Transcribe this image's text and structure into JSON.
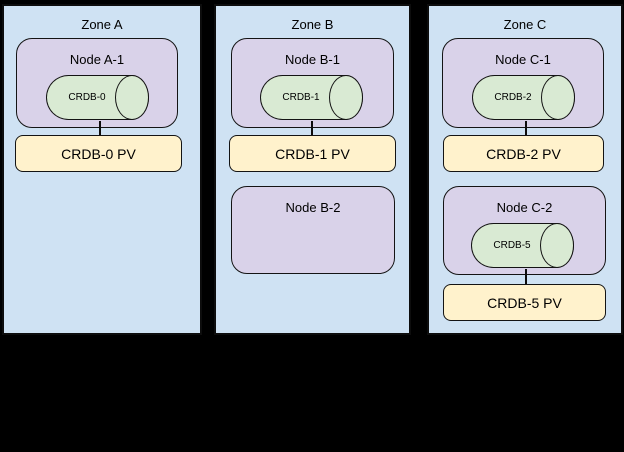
{
  "colors": {
    "background": "#000000",
    "zone_fill": "#cfe2f3",
    "node_fill": "#d9d2e9",
    "database_fill": "#d9ead3",
    "pv_fill": "#fff2cc",
    "border": "#0d0d0d"
  },
  "zones": [
    {
      "label": "Zone A",
      "nodes": [
        {
          "label": "Node A-1",
          "db_label": "CRDB-0",
          "pv_label": "CRDB-0 PV"
        }
      ]
    },
    {
      "label": "Zone B",
      "nodes": [
        {
          "label": "Node B-1",
          "db_label": "CRDB-1",
          "pv_label": "CRDB-1 PV"
        },
        {
          "label": "Node B-2"
        }
      ]
    },
    {
      "label": "Zone C",
      "nodes": [
        {
          "label": "Node C-1",
          "db_label": "CRDB-2",
          "pv_label": "CRDB-2 PV"
        },
        {
          "label": "Node C-2",
          "db_label": "CRDB-5",
          "pv_label": "CRDB-5 PV"
        }
      ]
    }
  ]
}
